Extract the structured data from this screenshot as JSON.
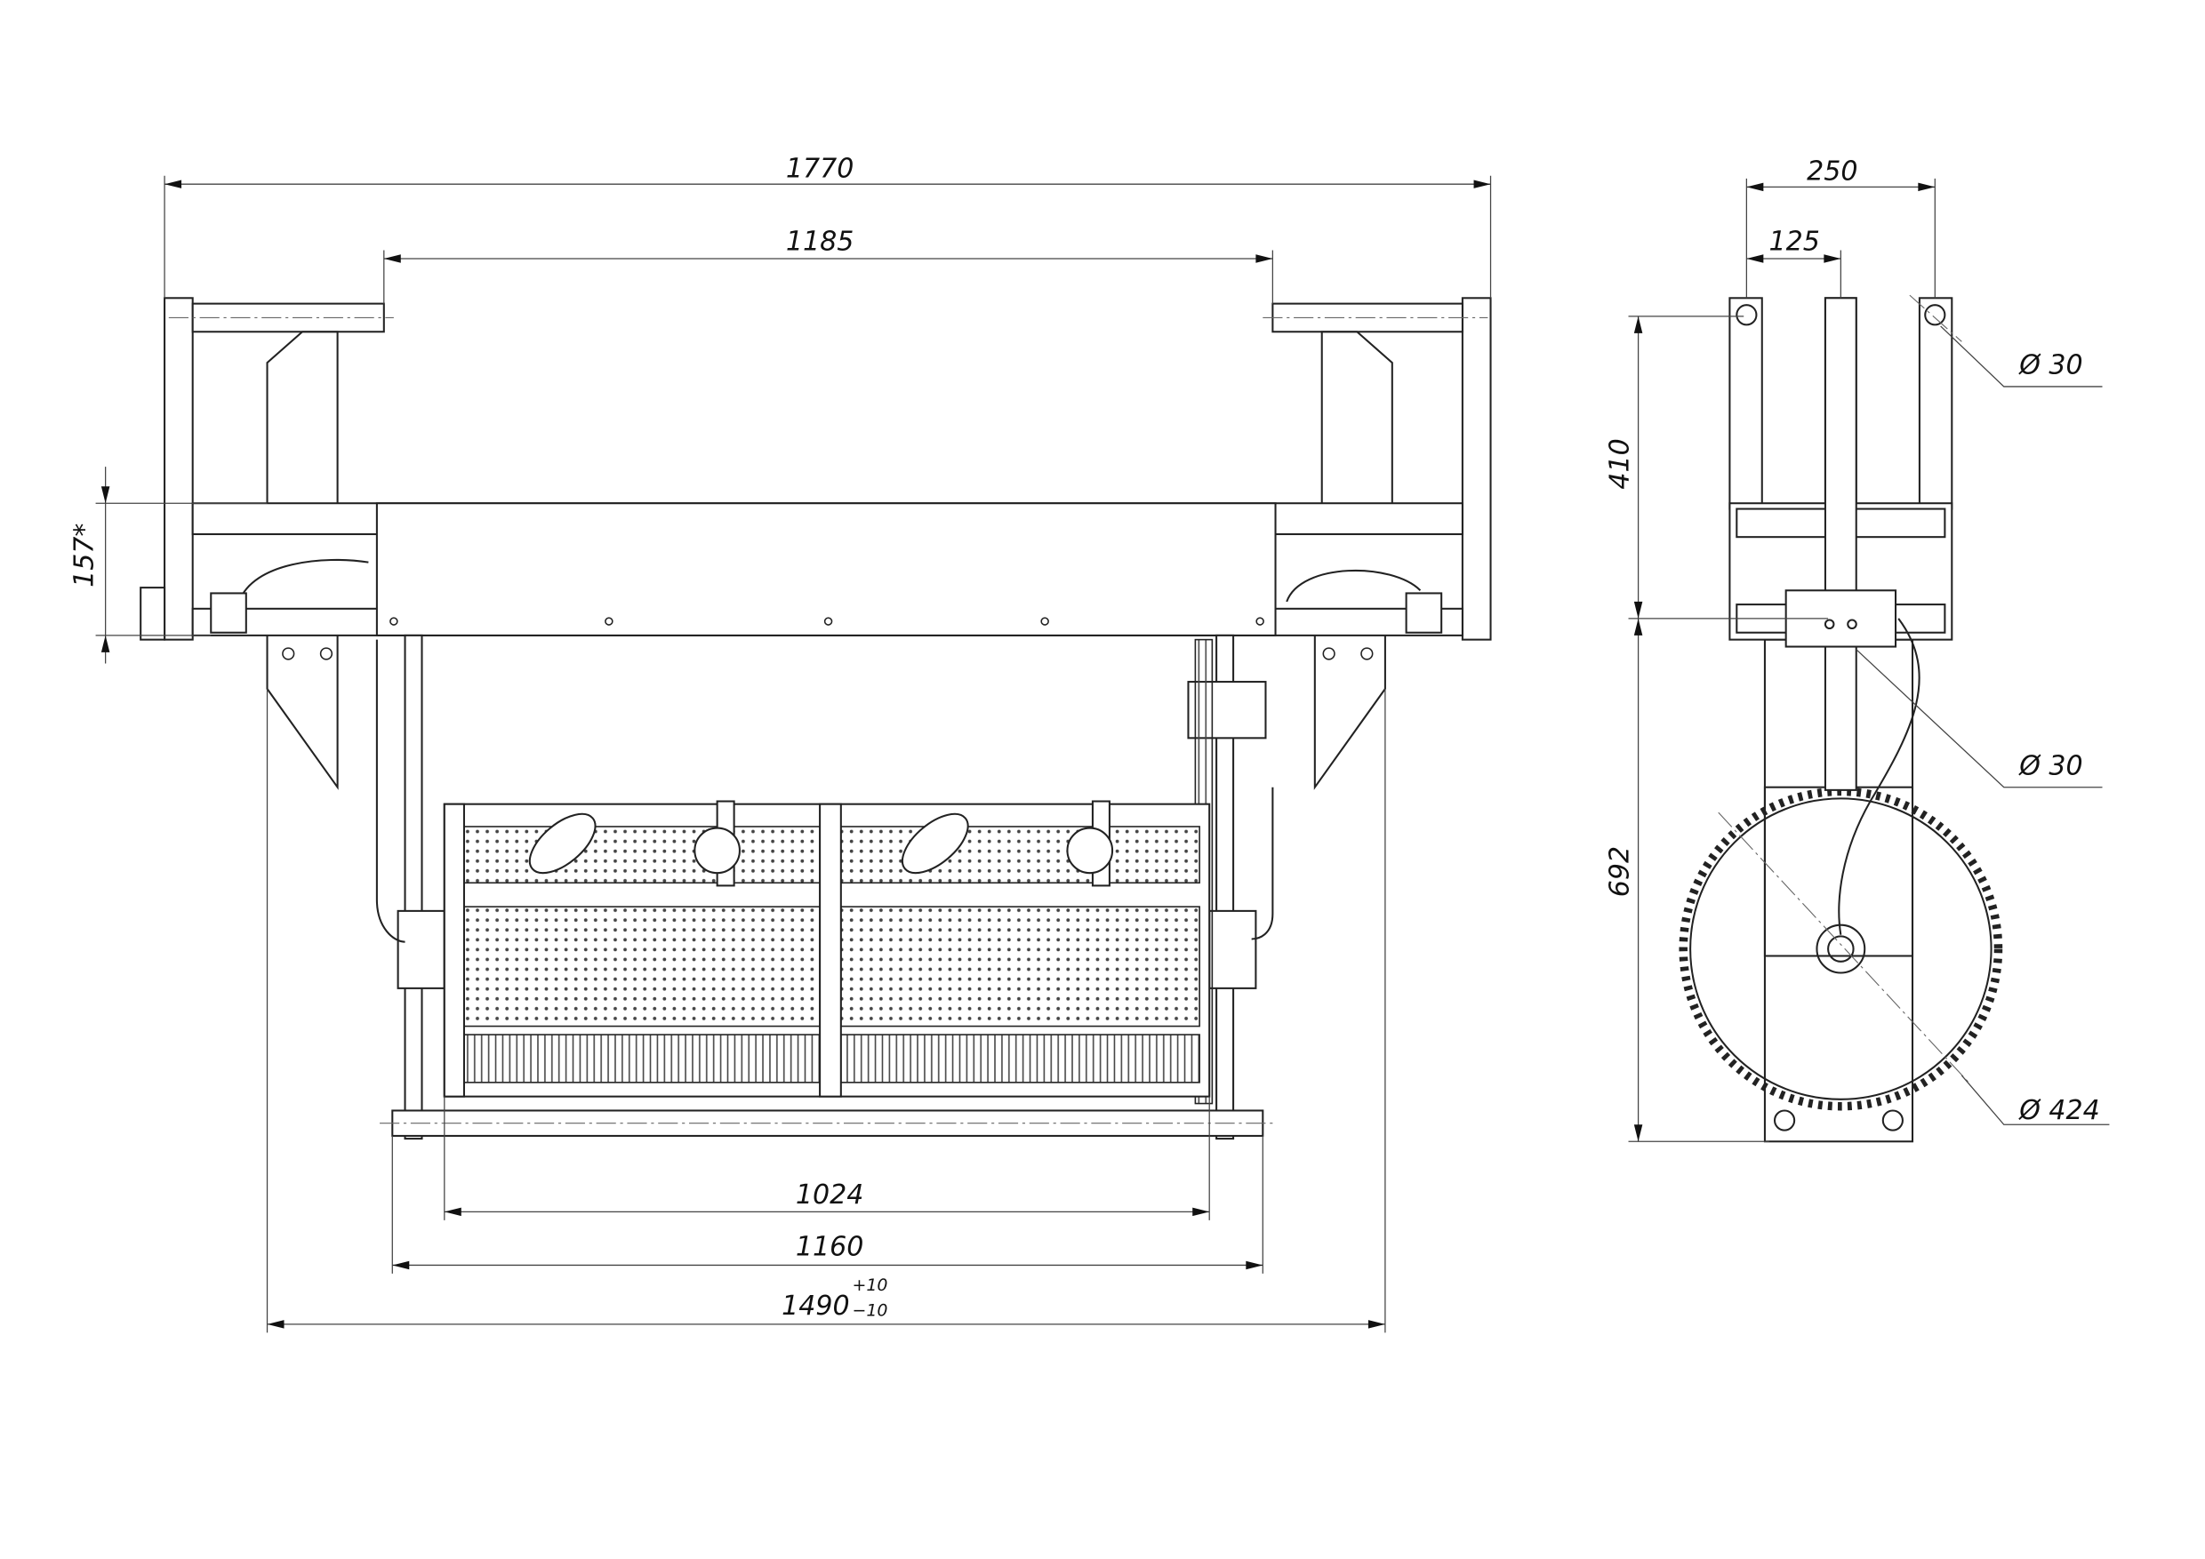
{
  "drawing": {
    "front_view": {
      "dimensions": {
        "overall_width": "1770",
        "bar_gap": "1185",
        "height_offset": "157*",
        "drum_length": "1024",
        "bottom_bar": "1160",
        "frame_width": "1490",
        "frame_width_tol_upper": "+10",
        "frame_width_tol_lower": "−10"
      }
    },
    "side_view": {
      "dimensions": {
        "width": "250",
        "half_width": "125",
        "upper_height": "410",
        "lower_height": "692",
        "diameter_pin": "Ø 30",
        "diameter_shaft": "Ø 30",
        "diameter_gear": "Ø 424"
      }
    }
  }
}
